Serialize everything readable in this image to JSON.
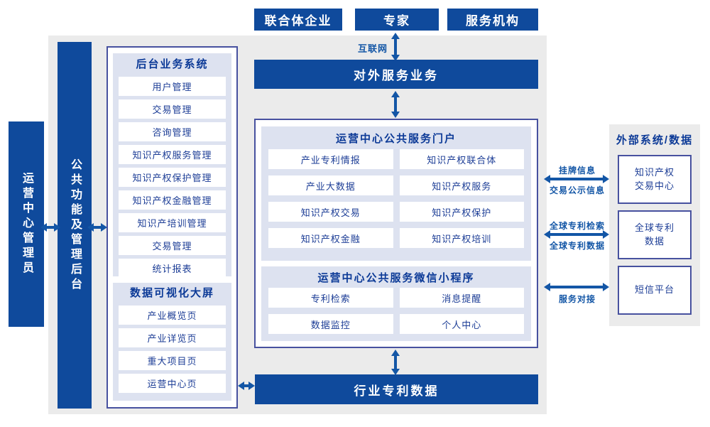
{
  "colors": {
    "primary_blue": "#0f4a9c",
    "panel_blue": "#dde2f0",
    "background_gray": "#ebebeb",
    "border_blue": "#47519f",
    "arrow_blue": "#1356a6",
    "item_text_blue": "#1c3d96",
    "title_text_blue": "#0c3a97"
  },
  "top_actors": [
    "联合体企业",
    "专家",
    "服务机构"
  ],
  "internet_label": "互联网",
  "bars": {
    "external_service": "对外服务业务",
    "industry_data": "行业专利数据"
  },
  "left": {
    "admin": "运营中心管理员",
    "backend": "公共功能及管理后台"
  },
  "backend_system": {
    "title": "后台业务系统",
    "items": [
      "用户管理",
      "交易管理",
      "咨询管理",
      "知识产权服务管理",
      "知识产权保护管理",
      "知识产权金融管理",
      "知识产培训管理",
      "交易管理",
      "统计报表"
    ]
  },
  "dataviz": {
    "title": "数据可视化大屏",
    "items": [
      "产业概览页",
      "产业详览页",
      "重大项目页",
      "运营中心页"
    ]
  },
  "portal": {
    "title": "运营中心公共服务门户",
    "items": [
      "产业专利情报",
      "知识产权联合体",
      "产业大数据",
      "知识产权服务",
      "知识产权交易",
      "知识产权保护",
      "知识产权金融",
      "知识产权培训"
    ]
  },
  "miniapp": {
    "title": "运营中心公共服务微信小程序",
    "items": [
      "专利检索",
      "消息提醒",
      "数据监控",
      "个人中心"
    ]
  },
  "external": {
    "title": "外部系统/数据",
    "items": [
      "知识产权\n交易中心",
      "全球专利\n数据",
      "短信平台"
    ]
  },
  "links": {
    "l1_top": "挂牌信息",
    "l1_bottom": "交易公示信息",
    "l2_top": "全球专利检索",
    "l2_bottom": "全球专利数据",
    "l3_bottom": "服务对接"
  }
}
